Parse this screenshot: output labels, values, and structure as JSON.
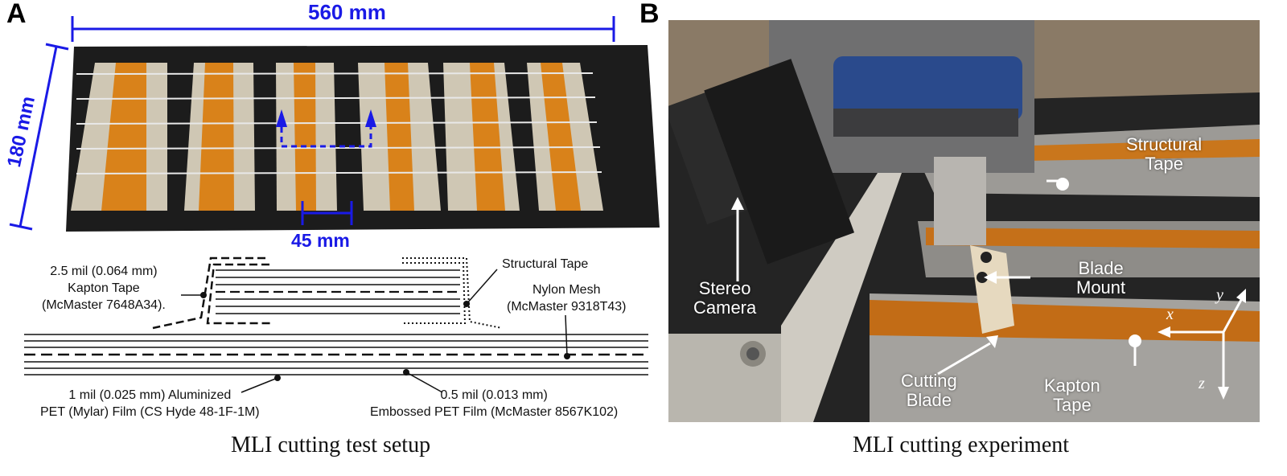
{
  "panel_a": {
    "letter": "A",
    "dim_width": "560 mm",
    "dim_height": "180 mm",
    "dim_spacing": "45 mm",
    "labels": {
      "kapton": [
        "2.5 mil (0.064 mm)",
        "Kapton Tape",
        "(McMaster 7648A34)."
      ],
      "structural": "Structural Tape",
      "nylon": [
        "Nylon Mesh",
        "(McMaster 9318T43)"
      ],
      "aluminized": [
        "1 mil (0.025 mm) Aluminized",
        "PET (Mylar) Film (CS Hyde 48-1F-1M)"
      ],
      "embossed": [
        "0.5 mil (0.013 mm)",
        "Embossed PET Film (McMaster 8567K102)"
      ]
    },
    "caption": "MLI cutting test setup"
  },
  "panel_b": {
    "letter": "B",
    "labels": {
      "stereo_camera": [
        "Stereo",
        "Camera"
      ],
      "structural_tape": [
        "Structural",
        "Tape"
      ],
      "blade_mount": [
        "Blade",
        "Mount"
      ],
      "cutting_blade": [
        "Cutting",
        "Blade"
      ],
      "kapton_tape": [
        "Kapton",
        "Tape"
      ]
    },
    "axes": {
      "x": "x",
      "y": "y",
      "z": "z"
    },
    "caption": "MLI cutting experiment"
  },
  "colors": {
    "dimension_blue": "#1a1ae6",
    "kapton_orange": "#d9821a",
    "foil_silver": "#cfc7b4",
    "backing_black": "#1c1c1c"
  }
}
